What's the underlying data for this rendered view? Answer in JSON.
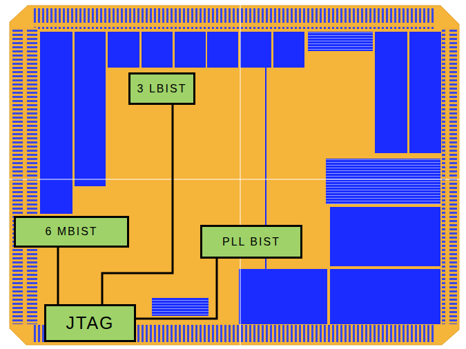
{
  "diagram": {
    "nodes": [
      {
        "text": [
          "3 LBIST"
        ]
      },
      {
        "text": [
          "6 MBIST"
        ]
      },
      {
        "text": [
          "PLL BIST"
        ]
      },
      {
        "text": [
          "JTAG"
        ]
      }
    ],
    "edges": [
      {
        "from": 3,
        "to": 1,
        "arrow": "none"
      },
      {
        "from": 3,
        "to": 0,
        "arrow": "none"
      },
      {
        "from": 3,
        "to": 2,
        "arrow": "none"
      }
    ]
  }
}
